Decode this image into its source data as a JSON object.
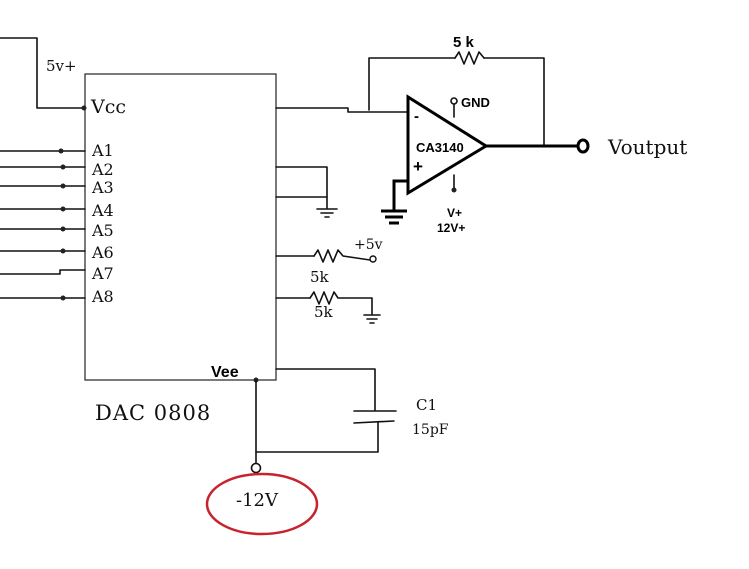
{
  "dac": {
    "name": "DAC 0808",
    "vcc_label": "Vcc",
    "vee_label": "Vee",
    "supply_label": "5v+",
    "pins": [
      "A1",
      "A2",
      "A3",
      "A4",
      "A5",
      "A6",
      "A7",
      "A8"
    ]
  },
  "opamp": {
    "name": "CA3140",
    "minus": "-",
    "plus": "+",
    "gnd_label": "GND",
    "vplus_label": "V+",
    "vplus_value": "12V+"
  },
  "feedback_resistor": "5 k",
  "output_label": "Voutput",
  "ref_resistor_top": {
    "value": "5k",
    "supply": "+5v"
  },
  "ref_resistor_bottom": {
    "value": "5k"
  },
  "capacitor": {
    "name": "C1",
    "value": "15pF"
  },
  "vee_supply": "-12V",
  "colors": {
    "ink": "#111111",
    "highlight": "#c8232c"
  }
}
